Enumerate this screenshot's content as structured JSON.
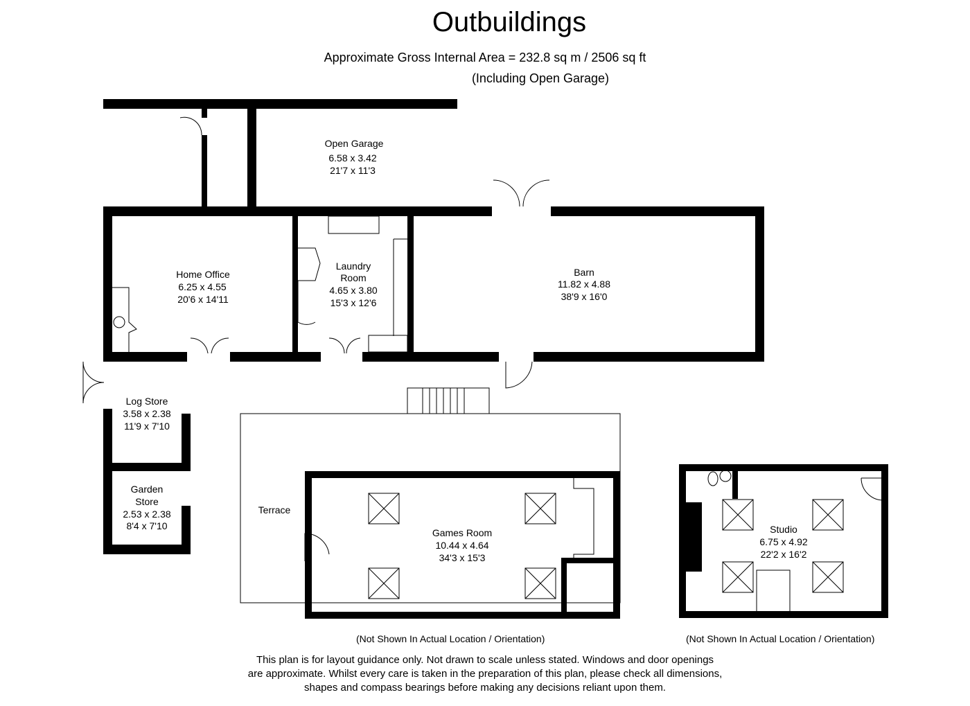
{
  "title": "Outbuildings",
  "area": "Approximate Gross Internal Area = 232.8 sq m / 2506 sq ft",
  "area_note": "(Including Open Garage)",
  "rooms": {
    "open_garage": {
      "name": "Open Garage",
      "metric": "6.58 x 3.42",
      "imperial": "21'7 x 11'3"
    },
    "home_office": {
      "name": "Home Office",
      "metric": "6.25 x 4.55",
      "imperial": "20'6 x 14'11"
    },
    "laundry": {
      "name1": "Laundry",
      "name2": "Room",
      "metric": "4.65 x 3.80",
      "imperial": "15'3 x 12'6"
    },
    "barn": {
      "name": "Barn",
      "metric": "11.82 x 4.88",
      "imperial": "38'9 x 16'0"
    },
    "log_store": {
      "name": "Log Store",
      "metric": "3.58 x 2.38",
      "imperial": "11'9 x 7'10"
    },
    "garden_store": {
      "name1": "Garden",
      "name2": "Store",
      "metric": "2.53 x 2.38",
      "imperial": "8'4 x 7'10"
    },
    "terrace": {
      "name": "Terrace"
    },
    "games_room": {
      "name": "Games Room",
      "metric": "10.44 x 4.64",
      "imperial": "34'3 x 15'3"
    },
    "studio": {
      "name": "Studio",
      "metric": "6.75 x 4.92",
      "imperial": "22'2 x 16'2"
    }
  },
  "location_note": "(Not Shown In Actual Location / Orientation)",
  "disclaimer": [
    "This plan is for layout guidance only. Not drawn to scale unless stated. Windows and door openings",
    "are approximate. Whilst every care is taken in the preparation of this plan, please check all dimensions,",
    "shapes and compass bearings before making any decisions reliant upon them."
  ]
}
